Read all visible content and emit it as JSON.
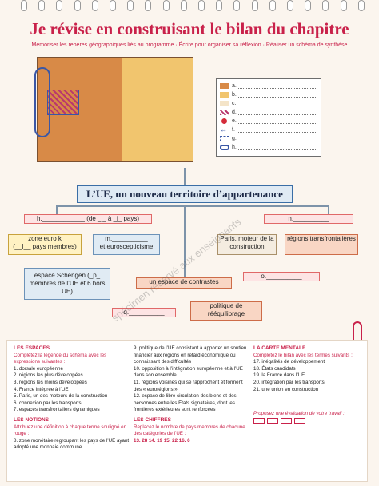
{
  "title": "Je révise en construisant le bilan du chapitre",
  "subtitle": "Mémoriser les repères géographiques liés au programme · Écrire pour organiser sa réflexion · Réaliser un schéma de synthèse",
  "legend_items": [
    "a.",
    "b.",
    "c.",
    "d.",
    "e.",
    "f.",
    "g.",
    "h."
  ],
  "central_box": "L’UE, un nouveau territoire d’appartenance",
  "boxes": {
    "h_line": "h.____________ (de  _i_  à  _j_  pays)",
    "k_line": "zone euro k",
    "k_sub": "(__l__ pays membres)",
    "m_line": "m.__________",
    "m_sub": "et euroscepticisme",
    "n_line": "n.__________",
    "paris": "Paris, moteur de la construction",
    "regions": "régions transfrontalières",
    "schengen": "espace Schengen (_p_ membres de l’UE et 6 hors UE)",
    "contrastes": "un espace de contrastes",
    "o_line": "o.__________",
    "reequilibrage": "politique de rééquilibrage",
    "q_line": "q.__________"
  },
  "espaces": {
    "head": "LES ESPACES",
    "instr": "Complétez la légende du schéma avec les expressions suivantes :",
    "items": [
      "1. dorsale européenne",
      "2. régions les plus développées",
      "3. régions les moins développées",
      "4. France intégrée à l’UE",
      "5. Paris, un des moteurs de la construction",
      "6. connexion par les transports",
      "7. espaces transfrontaliers dynamiques"
    ]
  },
  "notions": {
    "head": "LES NOTIONS",
    "instr": "Attribuez une définition à chaque terme souligné en rouge :",
    "items": [
      "8. zone monétaire regroupant les pays de l’UE ayant adopté une monnaie commune"
    ]
  },
  "middle_items": [
    "9. politique de l’UE consistant à apporter un soutien financier aux régions en retard économique ou connaissant des difficultés",
    "10. opposition à l’intégration européenne et à l’UE dans son ensemble",
    "11. régions voisines qui se rapprochent et forment des « eurorégions »",
    "12. espace de libre circulation des biens et des personnes entre les États signataires, dont les frontières extérieures sont renforcées"
  ],
  "chiffres": {
    "head": "LES CHIFFRES",
    "instr": "Replacez le nombre de pays membres de chacune des catégories de l’UE :",
    "values": "13. 28   14. 19   15. 22   16. 6"
  },
  "carte": {
    "head": "LA CARTE MENTALE",
    "instr": "Complétez le bilan avec les termes suivants :",
    "items": [
      "17. inégalités de développement",
      "18. États candidats",
      "19. la France dans l’UE",
      "20. intégration par les transports",
      "21. une union en construction"
    ]
  },
  "evaluation": "Proposez une évaluation de votre travail :",
  "watermark": "spécimen réservé aux enseignants"
}
